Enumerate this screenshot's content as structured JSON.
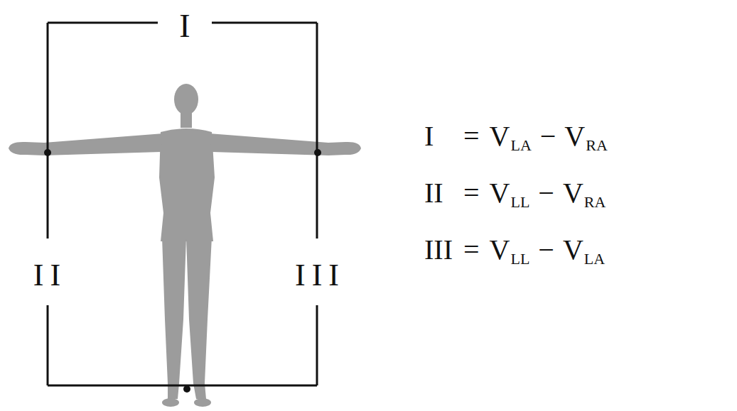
{
  "diagram": {
    "labels": [
      "I",
      "II",
      "III",
      "I",
      "=",
      "V",
      "LA",
      "−",
      "V",
      "RA",
      "II",
      "=",
      "V",
      "LL",
      "−",
      "V",
      "RA",
      "III",
      "=",
      "V",
      "LL",
      "−",
      "V",
      "LA"
    ]
  }
}
